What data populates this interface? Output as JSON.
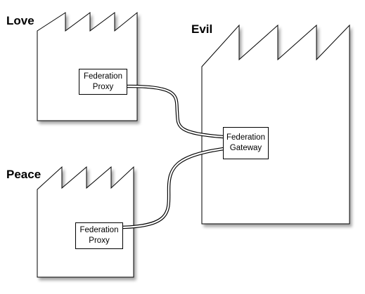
{
  "diagram": {
    "colors": {
      "stroke": "#000000",
      "fill": "#ffffff",
      "shadow": "#bdbdbd"
    },
    "factories": [
      {
        "id": "love",
        "label": "Love"
      },
      {
        "id": "evil",
        "label": "Evil"
      },
      {
        "id": "peace",
        "label": "Peace"
      }
    ],
    "nodes": {
      "love_proxy": {
        "line1": "Federation",
        "line2": "Proxy"
      },
      "gateway": {
        "line1": "Federation",
        "line2": "Gateway"
      },
      "peace_proxy": {
        "line1": "Federation",
        "line2": "Proxy"
      }
    },
    "connections": [
      {
        "from": "love_proxy",
        "to": "gateway"
      },
      {
        "from": "peace_proxy",
        "to": "gateway"
      }
    ]
  }
}
